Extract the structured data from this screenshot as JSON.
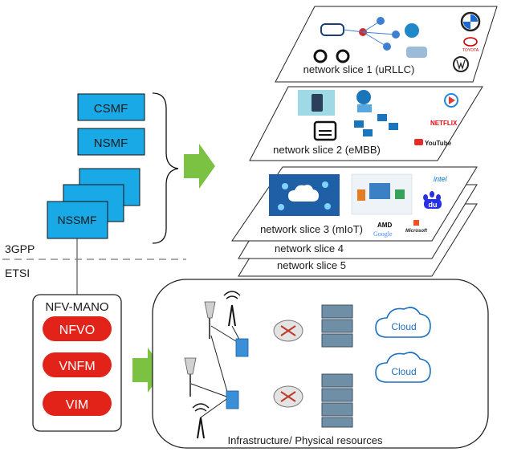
{
  "management": {
    "csmf": "CSMF",
    "nsmf": "NSMF",
    "nssmf": "NSSMF",
    "sdo_top": "3GPP",
    "sdo_bottom": "ETSI"
  },
  "mano": {
    "title": "NFV-MANO",
    "nfvo": "NFVO",
    "vnfm": "VNFM",
    "vim": "VIM"
  },
  "slices": {
    "s1": "network slice 1 (uRLLC)",
    "s2": "network slice 2 (eMBB)",
    "s3": "network slice 3 (mIoT)",
    "s4": "network slice 4",
    "s5": "network slice 5"
  },
  "brands": {
    "netflix": "NETFLIX",
    "youtube": "YouTube",
    "amd": "AMD",
    "google": "Google",
    "microsoft": "Microsoft",
    "intel": "intel",
    "baidu": "du",
    "toyota": "TOYOTA"
  },
  "infra": {
    "cloud1": "Cloud",
    "cloud2": "Cloud",
    "caption": "Infrastructure/ Physical resources"
  },
  "colors": {
    "mgmt_box": "#18a9e6",
    "mano_pill": "#e2231a",
    "arrow": "#7cc242"
  }
}
